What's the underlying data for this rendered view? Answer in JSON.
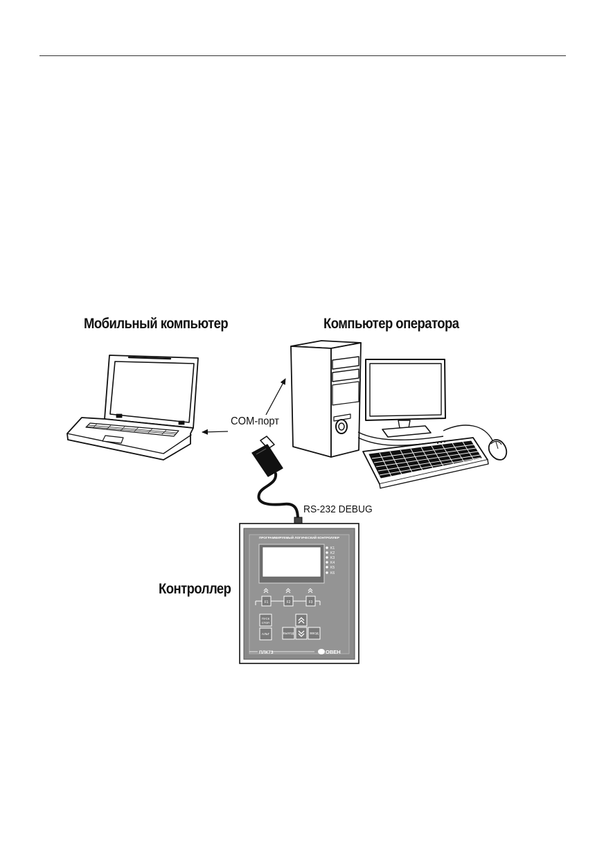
{
  "labels": {
    "laptop": "Мобильный компьютер",
    "operator_pc": "Компьютер оператора",
    "com_port": "COM-порт",
    "rs232": "RS-232 DEBUG",
    "controller": "Контроллер"
  },
  "plc": {
    "header": "ПРОГРАММИРУЕМЫЙ ЛОГИЧЕСКИЙ КОНТРОЛЛЕР",
    "model": "ПЛК73",
    "brand": "ОВЕН",
    "leds": [
      "K1",
      "K2",
      "K3",
      "K4",
      "K5",
      "K6"
    ],
    "function_keys": [
      "F1",
      "F2",
      "F3"
    ],
    "key_start_stop_1": "ПУСК",
    "key_start_stop_2": "СТОП",
    "key_alt": "АЛЬТ",
    "key_exit": "ВЫХОД",
    "key_enter": "ВВОД"
  },
  "icons": {
    "laptop": "laptop-icon",
    "pc": "desktop-tower-icon",
    "monitor": "monitor-icon",
    "keyboard": "keyboard-icon",
    "mouse": "mouse-icon",
    "connector": "db9-connector-icon",
    "controller": "plc-controller-icon"
  }
}
